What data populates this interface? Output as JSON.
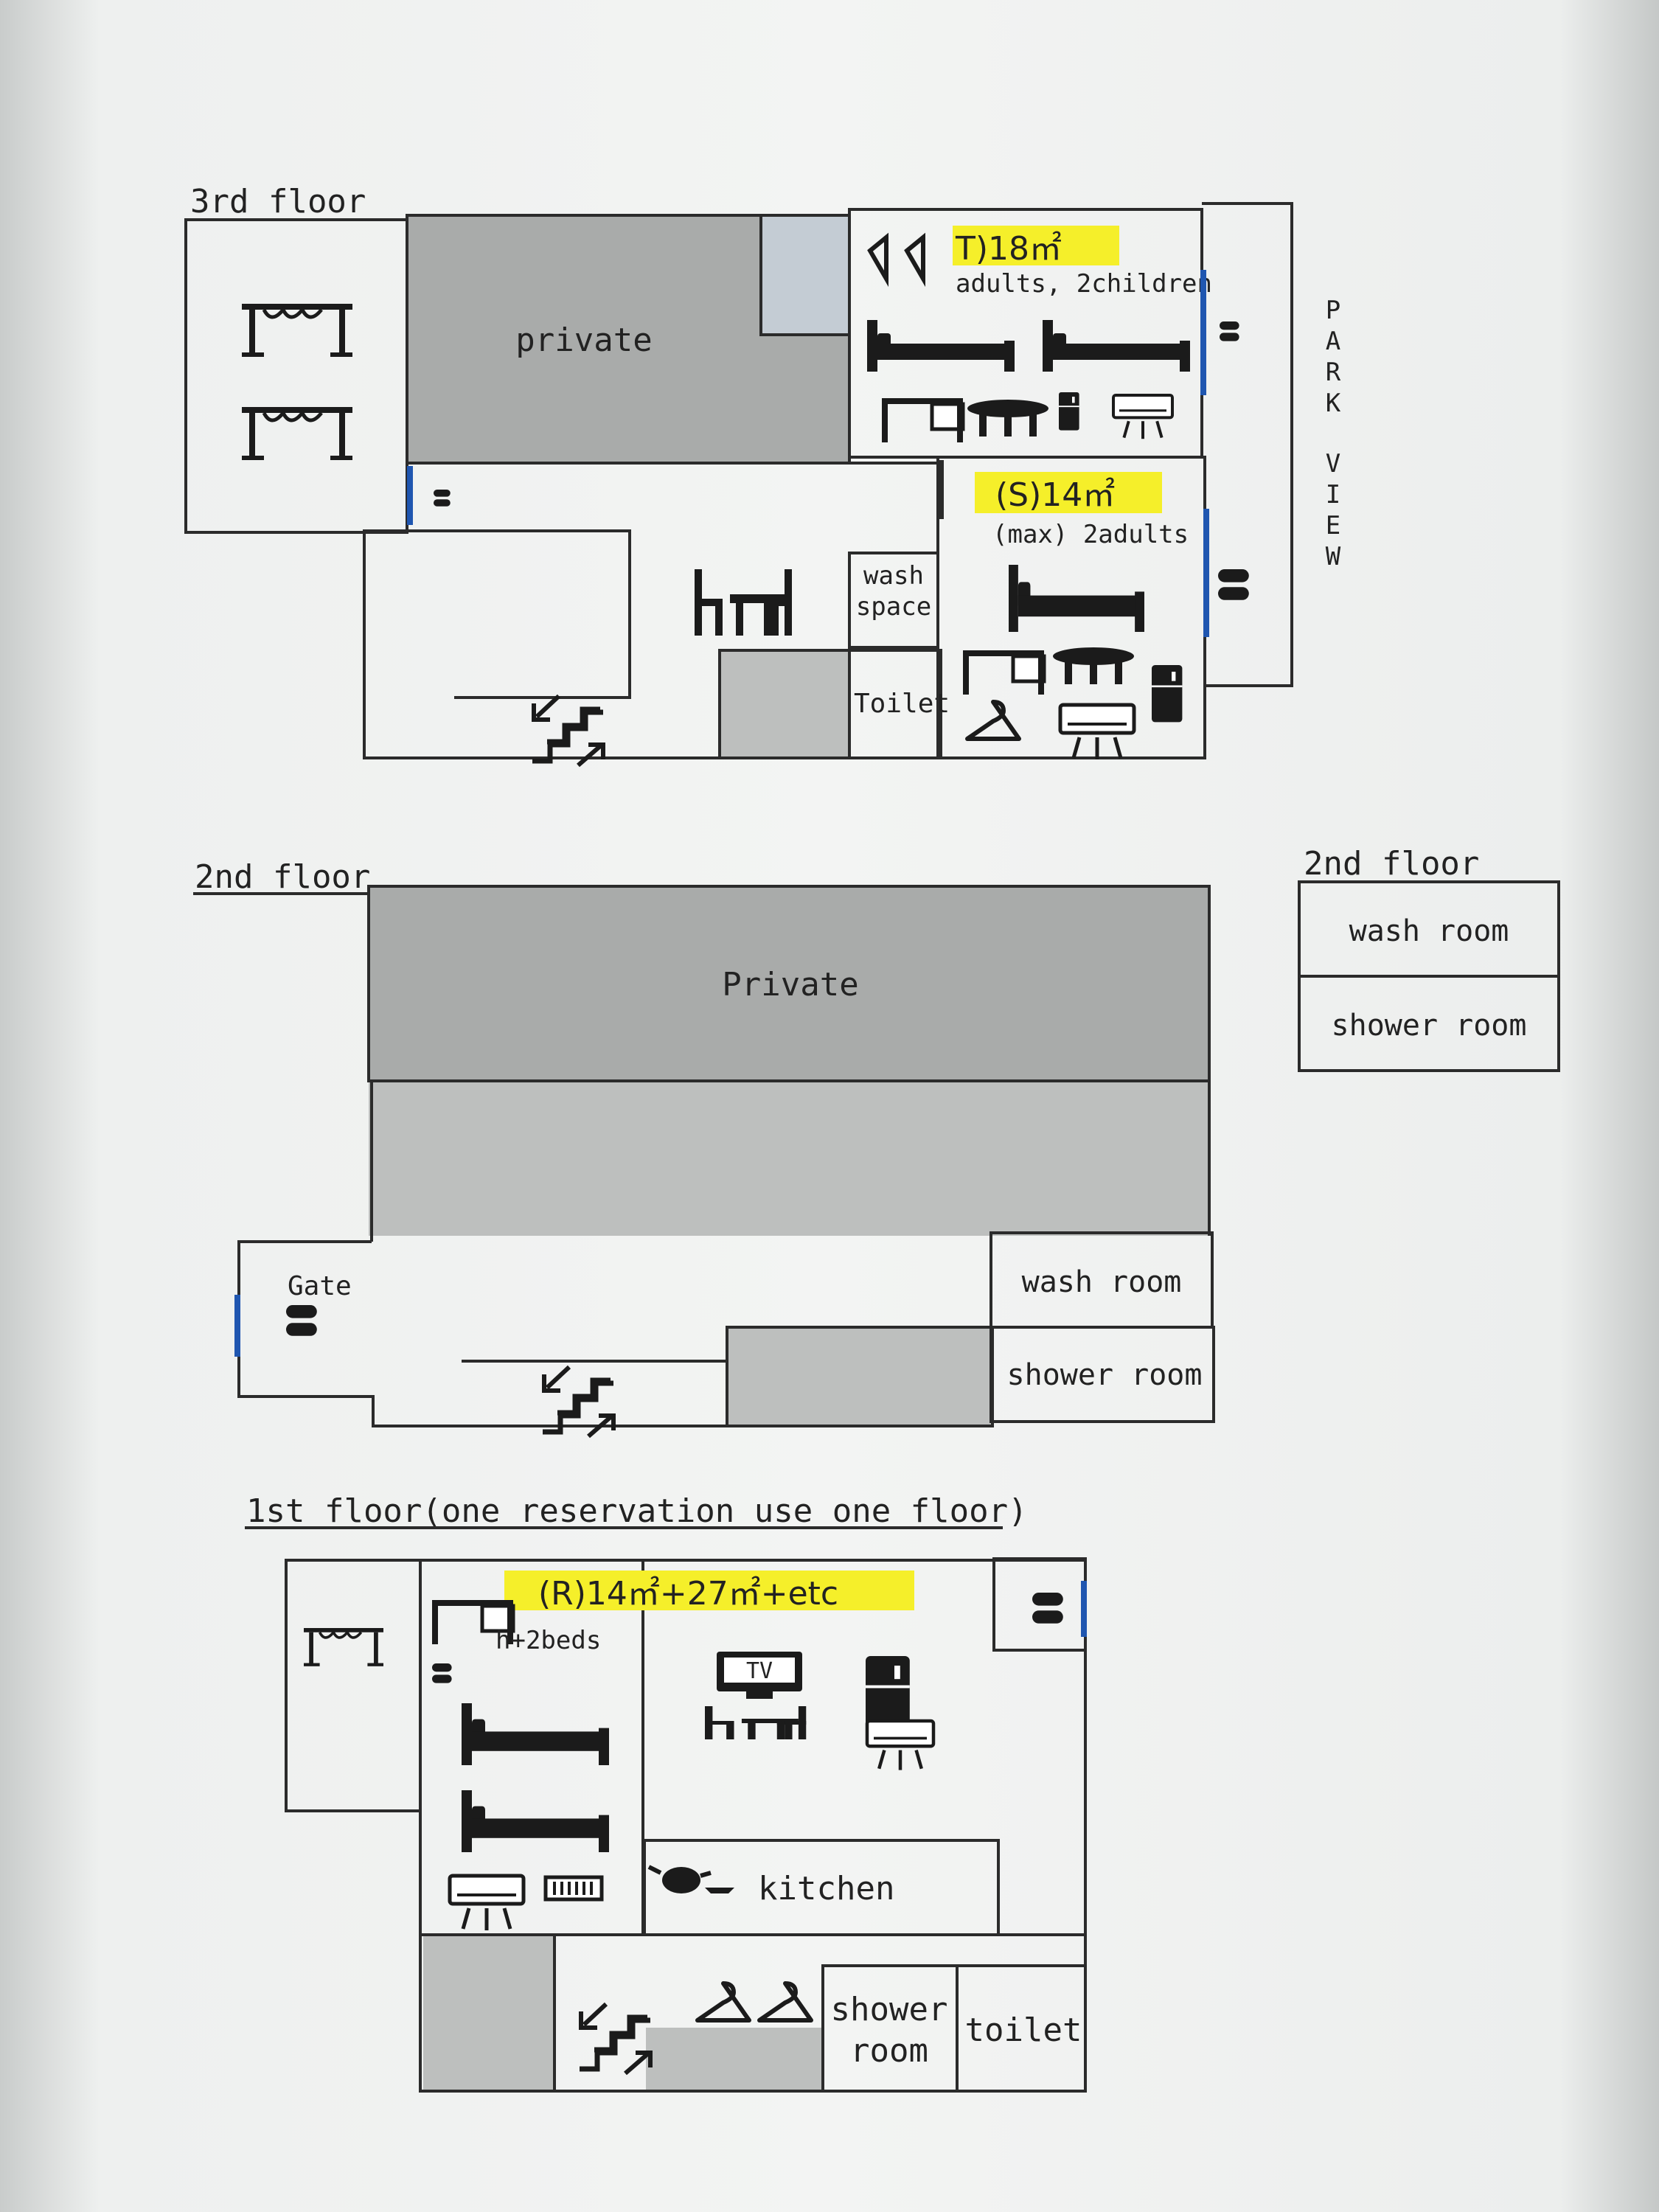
{
  "floor3": {
    "title": "3rd floor",
    "private_label": "private",
    "room_t": {
      "label": "T)18㎡",
      "capacity": "adults, 2children"
    },
    "room_s": {
      "label": "(S)14㎡",
      "capacity": "(max) 2adults"
    },
    "wash_space": [
      "wash",
      "space"
    ],
    "toilet": "Toilet",
    "park_view": [
      "P",
      "A",
      "R",
      "K",
      "V",
      "I",
      "E",
      "W"
    ]
  },
  "floor2": {
    "title": "2nd floor",
    "private_label": "Private",
    "gate": "Gate",
    "wash_room": "wash room",
    "shower_room": "shower room"
  },
  "legend2": {
    "title": "2nd floor",
    "wash_room": "wash room",
    "shower_room": "shower room"
  },
  "floor1": {
    "title": "1st floor(one reservation use one floor)",
    "room_r": "(R)14㎡+27㎡+etc",
    "beds_note": "h+2beds",
    "tv": "TV",
    "kitchen": "kitchen",
    "shower_room": [
      "shower",
      "room"
    ],
    "toilet": "toilet"
  },
  "colors": {
    "highlight": "#f5ef2a",
    "door": "#1f56b0",
    "private_gray": "#a9abaa"
  }
}
